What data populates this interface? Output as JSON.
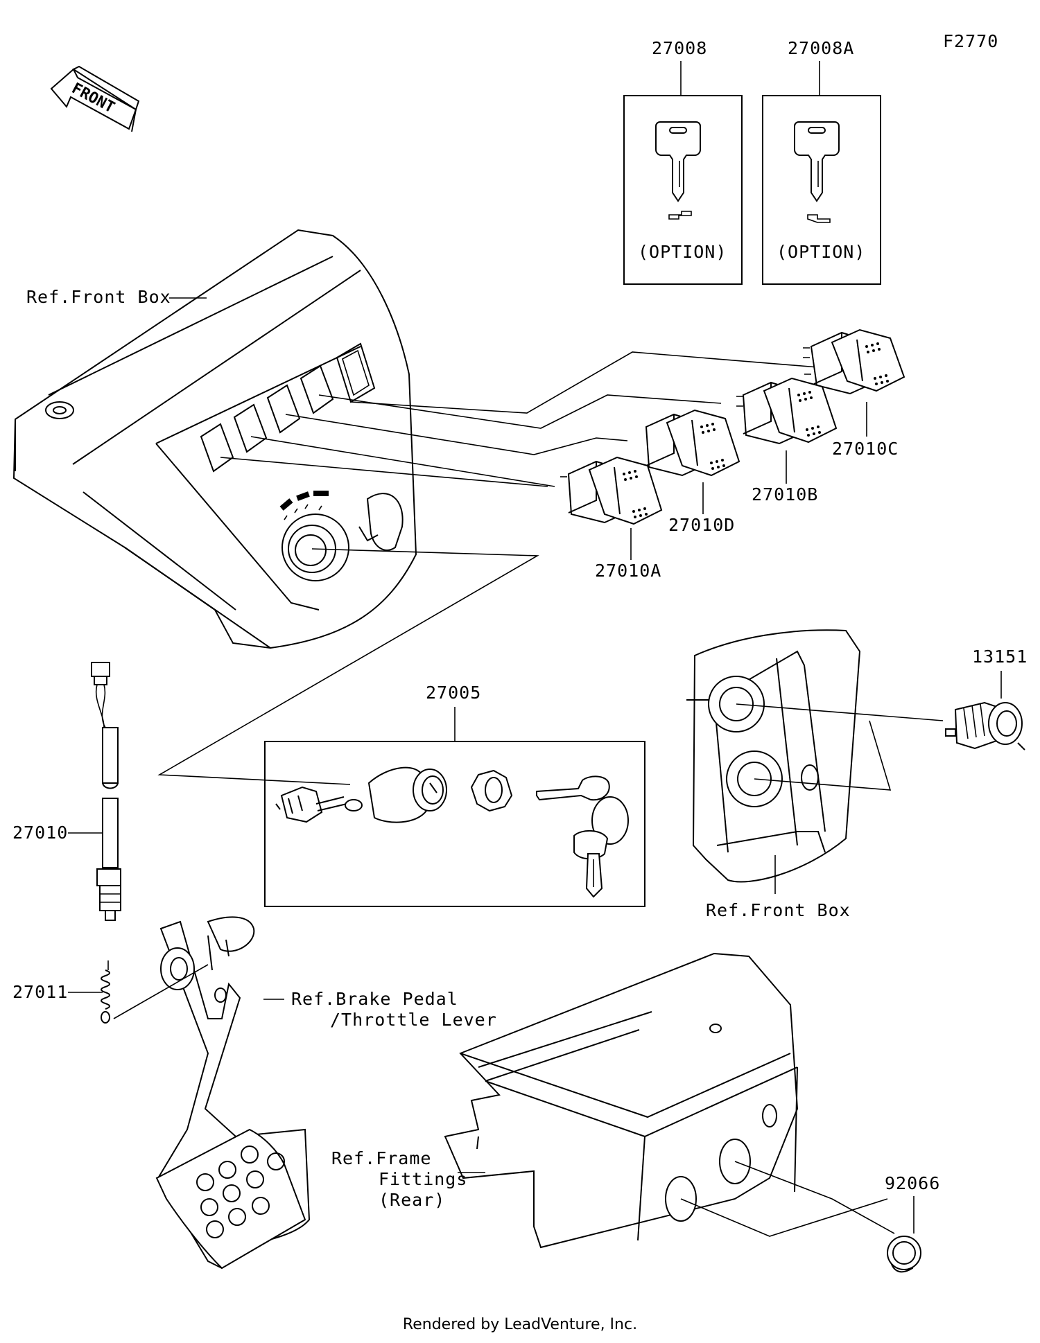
{
  "figure_code": "F2770",
  "front_arrow": "FRONT",
  "parts": {
    "p27008": "27008",
    "p27008A": "27008A",
    "p27010C": "27010C",
    "p27010B": "27010B",
    "p27010D": "27010D",
    "p27010A": "27010A",
    "p27005": "27005",
    "p13151": "13151",
    "p27010": "27010",
    "p27011": "27011",
    "p92066": "92066"
  },
  "option_label": "(OPTION)",
  "refs": {
    "front_box_top": "Ref.Front Box",
    "front_box_bottom": "Ref.Front Box",
    "brake_pedal_line1": "Ref.Brake Pedal",
    "brake_pedal_line2": "/Throttle Lever",
    "frame_line1": "Ref.Frame",
    "frame_line2": "Fittings",
    "frame_line3": "(Rear)"
  },
  "footer": "Rendered by LeadVenture, Inc."
}
